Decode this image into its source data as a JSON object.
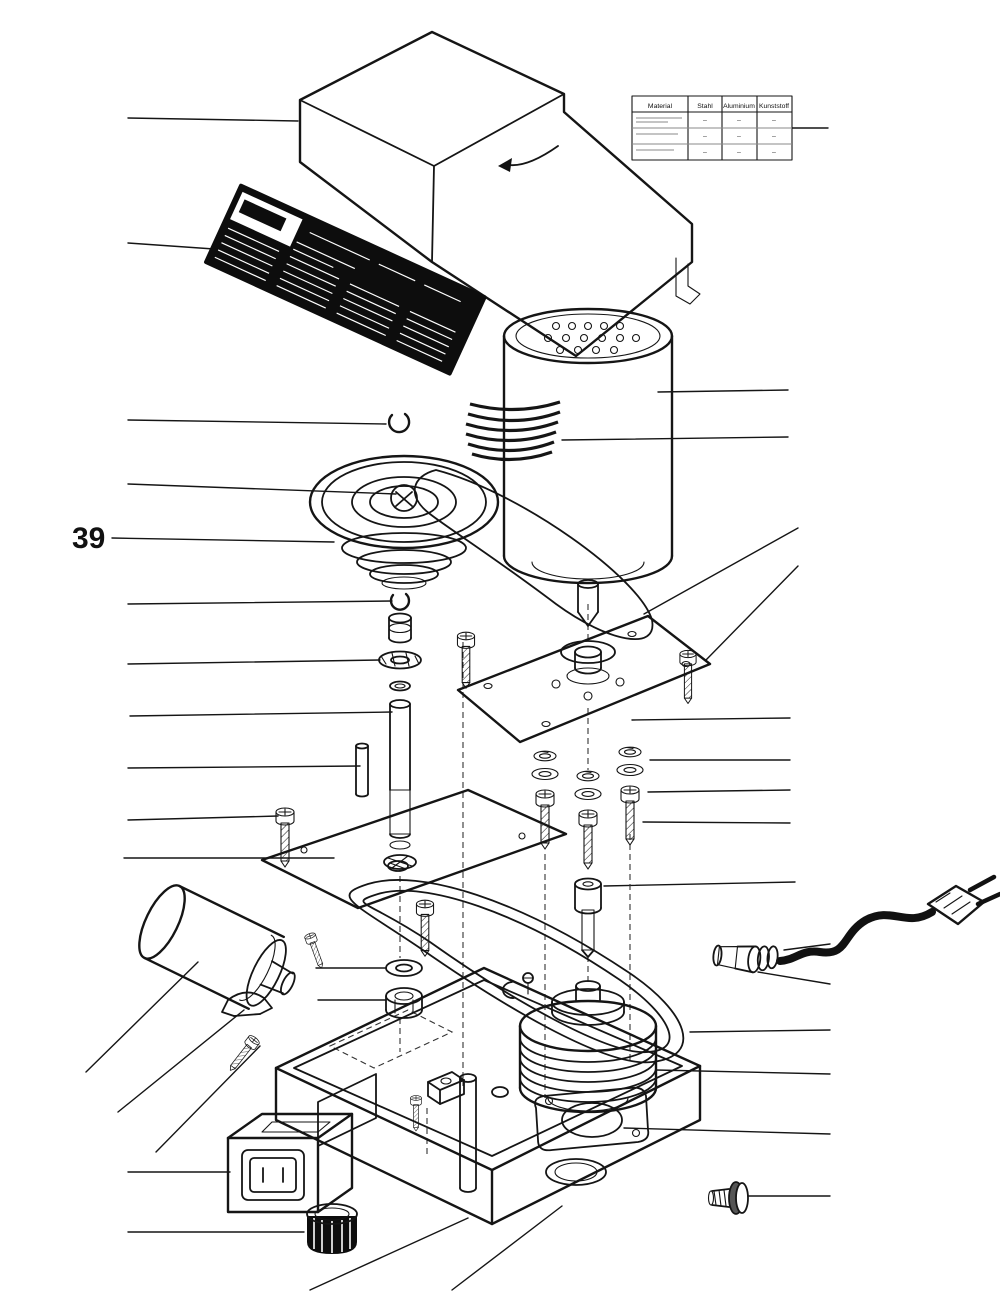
{
  "figure": {
    "type": "exploded-parts-diagram",
    "background": "#ffffff",
    "ink": "#151515",
    "label_plate_color": "#0d0d0d"
  },
  "labels": {
    "part_39": "39"
  },
  "material_table": {
    "headers": [
      "Material",
      "Stahl",
      "Aluminium",
      "Kunststoff"
    ],
    "rows": [
      [
        "",
        "–",
        "–",
        "–"
      ],
      [
        "",
        "–",
        "–",
        "–"
      ],
      [
        "",
        "–",
        "–",
        "–"
      ]
    ]
  }
}
